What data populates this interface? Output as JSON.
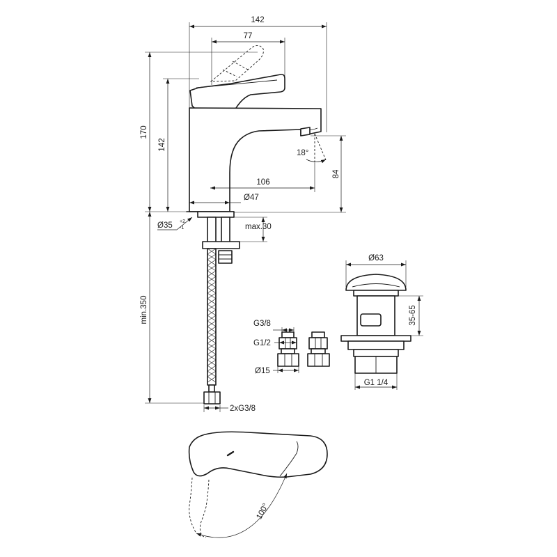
{
  "dimensions": {
    "total_width": "142",
    "lever_reach": "77",
    "total_height": "170",
    "spout_top_height": "142",
    "spout_projection": "106",
    "spout_height": "84",
    "base_diameter": "Ø47",
    "spout_angle": "18°",
    "hole_diameter": "Ø35",
    "hole_tolerance_upper": "+2",
    "hole_tolerance_lower": "-1",
    "max_deck": "max.30",
    "hose_length": "min.350",
    "hose_thread": "2xG3/8",
    "connector_thread_small": "G3/8",
    "connector_thread_large": "G1/2",
    "connector_diameter": "Ø15",
    "waste_diameter": "Ø63",
    "waste_height_range": "35-65",
    "waste_thread": "G1 1/4",
    "lever_rotation": "100°"
  },
  "colors": {
    "line": "#1a1a1a",
    "background": "#ffffff"
  }
}
